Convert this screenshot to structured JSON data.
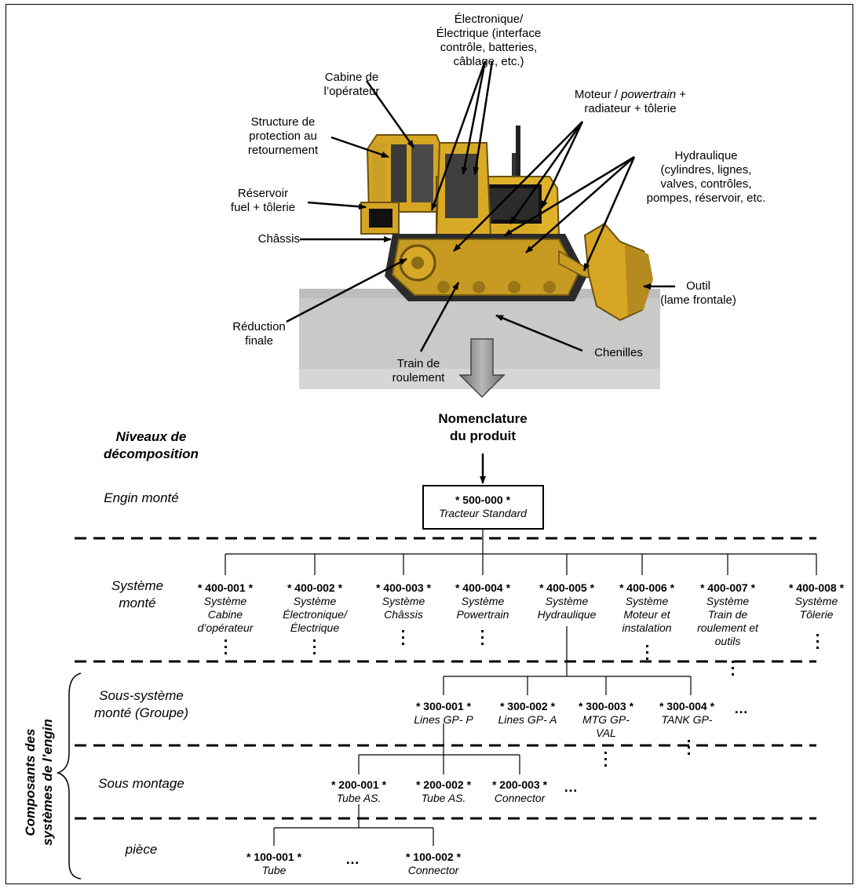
{
  "diagram": {
    "photo_labels": {
      "electronique": "Électronique/\nÉlectrique (interface\ncontrôle, batteries,\ncâblage, etc.)",
      "cabine": "Cabine de\nl’opérateur",
      "moteur_a": "Moteur / ",
      "moteur_b": "powertrain",
      "moteur_c": " +\nradiateur + tôlerie",
      "structure": "Structure de\nprotection au\nretournement",
      "hydraulique": "Hydraulique\n(cylindres, lignes,\nvalves, contrôles,\npompes, réservoir, etc.",
      "reservoir": "Réservoir\nfuel + tôlerie",
      "chassis": "Châssis",
      "outil": "Outil\n(lame frontale)",
      "reduction": "Réduction\nfinale",
      "chenilles": "Chenilles",
      "train": "Train de\nroulement"
    },
    "nomenclature_title": "Nomenclature\ndu produit",
    "levels_title": "Niveaux de\ndécomposition",
    "levels": {
      "engin": "Engin monté",
      "systeme": "Système\nmonté",
      "sous_systeme": "Sous-système\nmonté (Groupe)",
      "sous_montage": "Sous montage",
      "piece": "pièce"
    },
    "composants_label": "Composants des\nsystèmes de l’engin",
    "root": {
      "code": "* 500-000 *",
      "name": "Tracteur Standard"
    },
    "systems": [
      {
        "code": "* 400-001 *",
        "name": "Système\nCabine\nd’opérateur"
      },
      {
        "code": "* 400-002 *",
        "name": "Système\nÉlectronique/\nÉlectrique"
      },
      {
        "code": "* 400-003 *",
        "name": "Système\nChâssis"
      },
      {
        "code": "* 400-004 *",
        "name": "Système\nPowertrain"
      },
      {
        "code": "* 400-005 *",
        "name": "Système\nHydraulique"
      },
      {
        "code": "* 400-006 *",
        "name": "Système\nMoteur et\ninstalation"
      },
      {
        "code": "* 400-007 *",
        "name": "Système\nTrain de\nroulement et\noutils"
      },
      {
        "code": "* 400-008 *",
        "name": "Système\nTôlerie"
      }
    ],
    "subsystems": [
      {
        "code": "* 300-001 *",
        "name": "Lines GP- P"
      },
      {
        "code": "* 300-002 *",
        "name": "Lines GP- A"
      },
      {
        "code": "* 300-003 *",
        "name": "MTG GP-\nVAL"
      },
      {
        "code": "* 300-004 *",
        "name": "TANK GP-"
      }
    ],
    "subassemblies": [
      {
        "code": "* 200-001 *",
        "name": "Tube AS."
      },
      {
        "code": "* 200-002 *",
        "name": "Tube AS."
      },
      {
        "code": "* 200-003 *",
        "name": "Connector"
      }
    ],
    "parts": [
      {
        "code": "* 100-001 *",
        "name": "Tube"
      },
      {
        "code": "* 100-002 *",
        "name": "Connector"
      }
    ],
    "ellipsis": "…"
  }
}
